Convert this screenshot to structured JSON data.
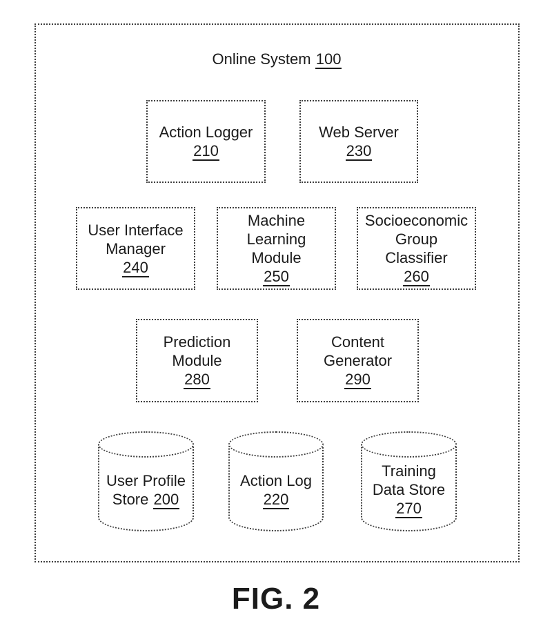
{
  "figure": {
    "system_label": "Online System",
    "system_ref": "100",
    "caption": "FIG. 2"
  },
  "modules": {
    "action_logger": {
      "line1": "Action Logger",
      "ref": "210"
    },
    "web_server": {
      "line1": "Web Server",
      "ref": "230"
    },
    "user_interface_manager": {
      "line1": "User Interface",
      "line2": "Manager",
      "ref": "240"
    },
    "machine_learning_module": {
      "line1": "Machine",
      "line2": "Learning",
      "line3": "Module",
      "ref": "250"
    },
    "socioeconomic_group_classifier": {
      "line1": "Socioeconomic",
      "line2": "Group",
      "line3": "Classifier",
      "ref": "260"
    },
    "prediction_module": {
      "line1": "Prediction",
      "line2": "Module",
      "ref": "280"
    },
    "content_generator": {
      "line1": "Content",
      "line2": "Generator",
      "ref": "290"
    }
  },
  "stores": {
    "user_profile_store": {
      "line1": "User Profile",
      "line2": "Store",
      "ref": "200"
    },
    "action_log": {
      "line1": "Action Log",
      "ref": "220"
    },
    "training_data_store": {
      "line1": "Training",
      "line2": "Data Store",
      "ref": "270"
    }
  },
  "colors": {
    "line": "#3f3f3f",
    "text": "#1b1b1b",
    "background": "#ffffff"
  }
}
